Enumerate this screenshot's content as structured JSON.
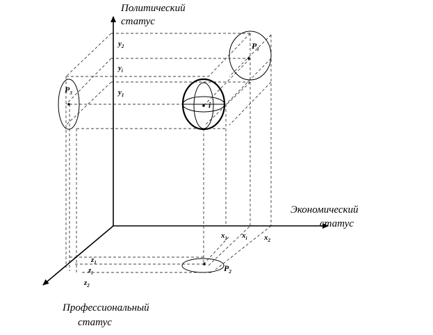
{
  "axes": {
    "y_title_line1": "Политический",
    "y_title_line2": "статус",
    "x_title_line1": "Экономический",
    "x_title_line2": "статус",
    "z_title_line1": "Профессиональный",
    "z_title_line2": "статус"
  },
  "y_ticks": [
    {
      "main": "y",
      "sub": "2"
    },
    {
      "main": "y",
      "sub": "i"
    },
    {
      "main": "y",
      "sub": "1"
    }
  ],
  "x_ticks": [
    {
      "main": "x",
      "sub": "1"
    },
    {
      "main": "x",
      "sub": "i"
    },
    {
      "main": "x",
      "sub": "2"
    }
  ],
  "z_ticks": [
    {
      "main": "z",
      "sub": "1"
    },
    {
      "main": "z",
      "sub": "i"
    },
    {
      "main": "z",
      "sub": "2"
    }
  ],
  "points": {
    "p1": {
      "main": "P",
      "sub": "1"
    },
    "p2": {
      "main": "P",
      "sub": "2"
    },
    "p3": {
      "main": "P",
      "sub": "3"
    },
    "i": {
      "main": "i",
      "sub": ""
    }
  }
}
